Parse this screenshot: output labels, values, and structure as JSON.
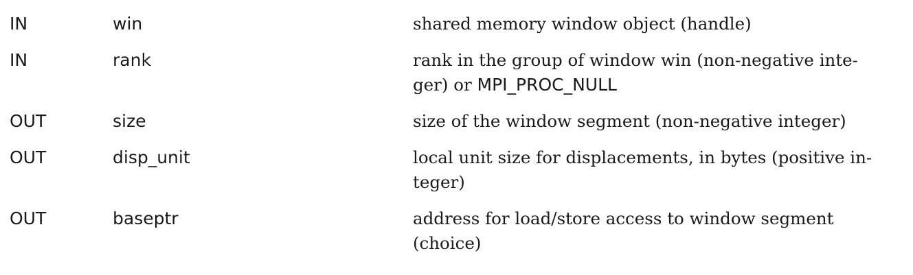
{
  "parameters": [
    {
      "direction": "IN",
      "name": "win",
      "description_lines": [
        "shared memory window object (handle)"
      ]
    },
    {
      "direction": "IN",
      "name": "rank",
      "description_lines": [
        "rank in the group of window win (non-negative inte-",
        "ger) or "
      ],
      "description_constant": "MPI_PROC_NULL"
    },
    {
      "direction": "OUT",
      "name": "size",
      "description_lines": [
        "size of the window segment (non-negative integer)"
      ]
    },
    {
      "direction": "OUT",
      "name": "disp_unit",
      "description_lines": [
        "local unit size for displacements, in bytes (positive in-",
        "teger)"
      ]
    },
    {
      "direction": "OUT",
      "name": "baseptr",
      "description_lines": [
        "address for load/store access to window segment",
        "(choice)"
      ]
    }
  ]
}
